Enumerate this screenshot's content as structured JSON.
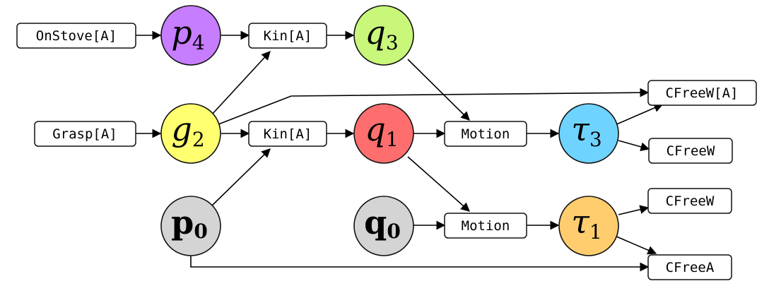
{
  "nodes": {
    "p4": {
      "main": "p",
      "sub": "4",
      "style": "italic",
      "color": "#c77dff"
    },
    "q3": {
      "main": "q",
      "sub": "3",
      "style": "italic",
      "color": "#c8f77a"
    },
    "g2": {
      "main": "g",
      "sub": "2",
      "style": "italic",
      "color": "#ffff70"
    },
    "q1": {
      "main": "q",
      "sub": "1",
      "style": "italic",
      "color": "#ff6e6e"
    },
    "tau3": {
      "main": "τ",
      "sub": "3",
      "style": "italic",
      "color": "#6fd3ff"
    },
    "p0": {
      "main": "p",
      "sub": "0",
      "style": "bold",
      "color": "#d4d4d4"
    },
    "q0": {
      "main": "q",
      "sub": "0",
      "style": "bold",
      "color": "#d4d4d4"
    },
    "tau1": {
      "main": "τ",
      "sub": "1",
      "style": "italic",
      "color": "#ffcd6e"
    }
  },
  "boxes": {
    "onstove": "OnStove[A]",
    "kin_top": "Kin[A]",
    "grasp": "Grasp[A]",
    "kin_mid": "Kin[A]",
    "motion_top": "Motion",
    "motion_bot": "Motion",
    "cfreew_a": "CFreeW[A]",
    "cfreew_1": "CFreeW",
    "cfreew_2": "CFreeW",
    "cfreea": "CFreeA"
  }
}
